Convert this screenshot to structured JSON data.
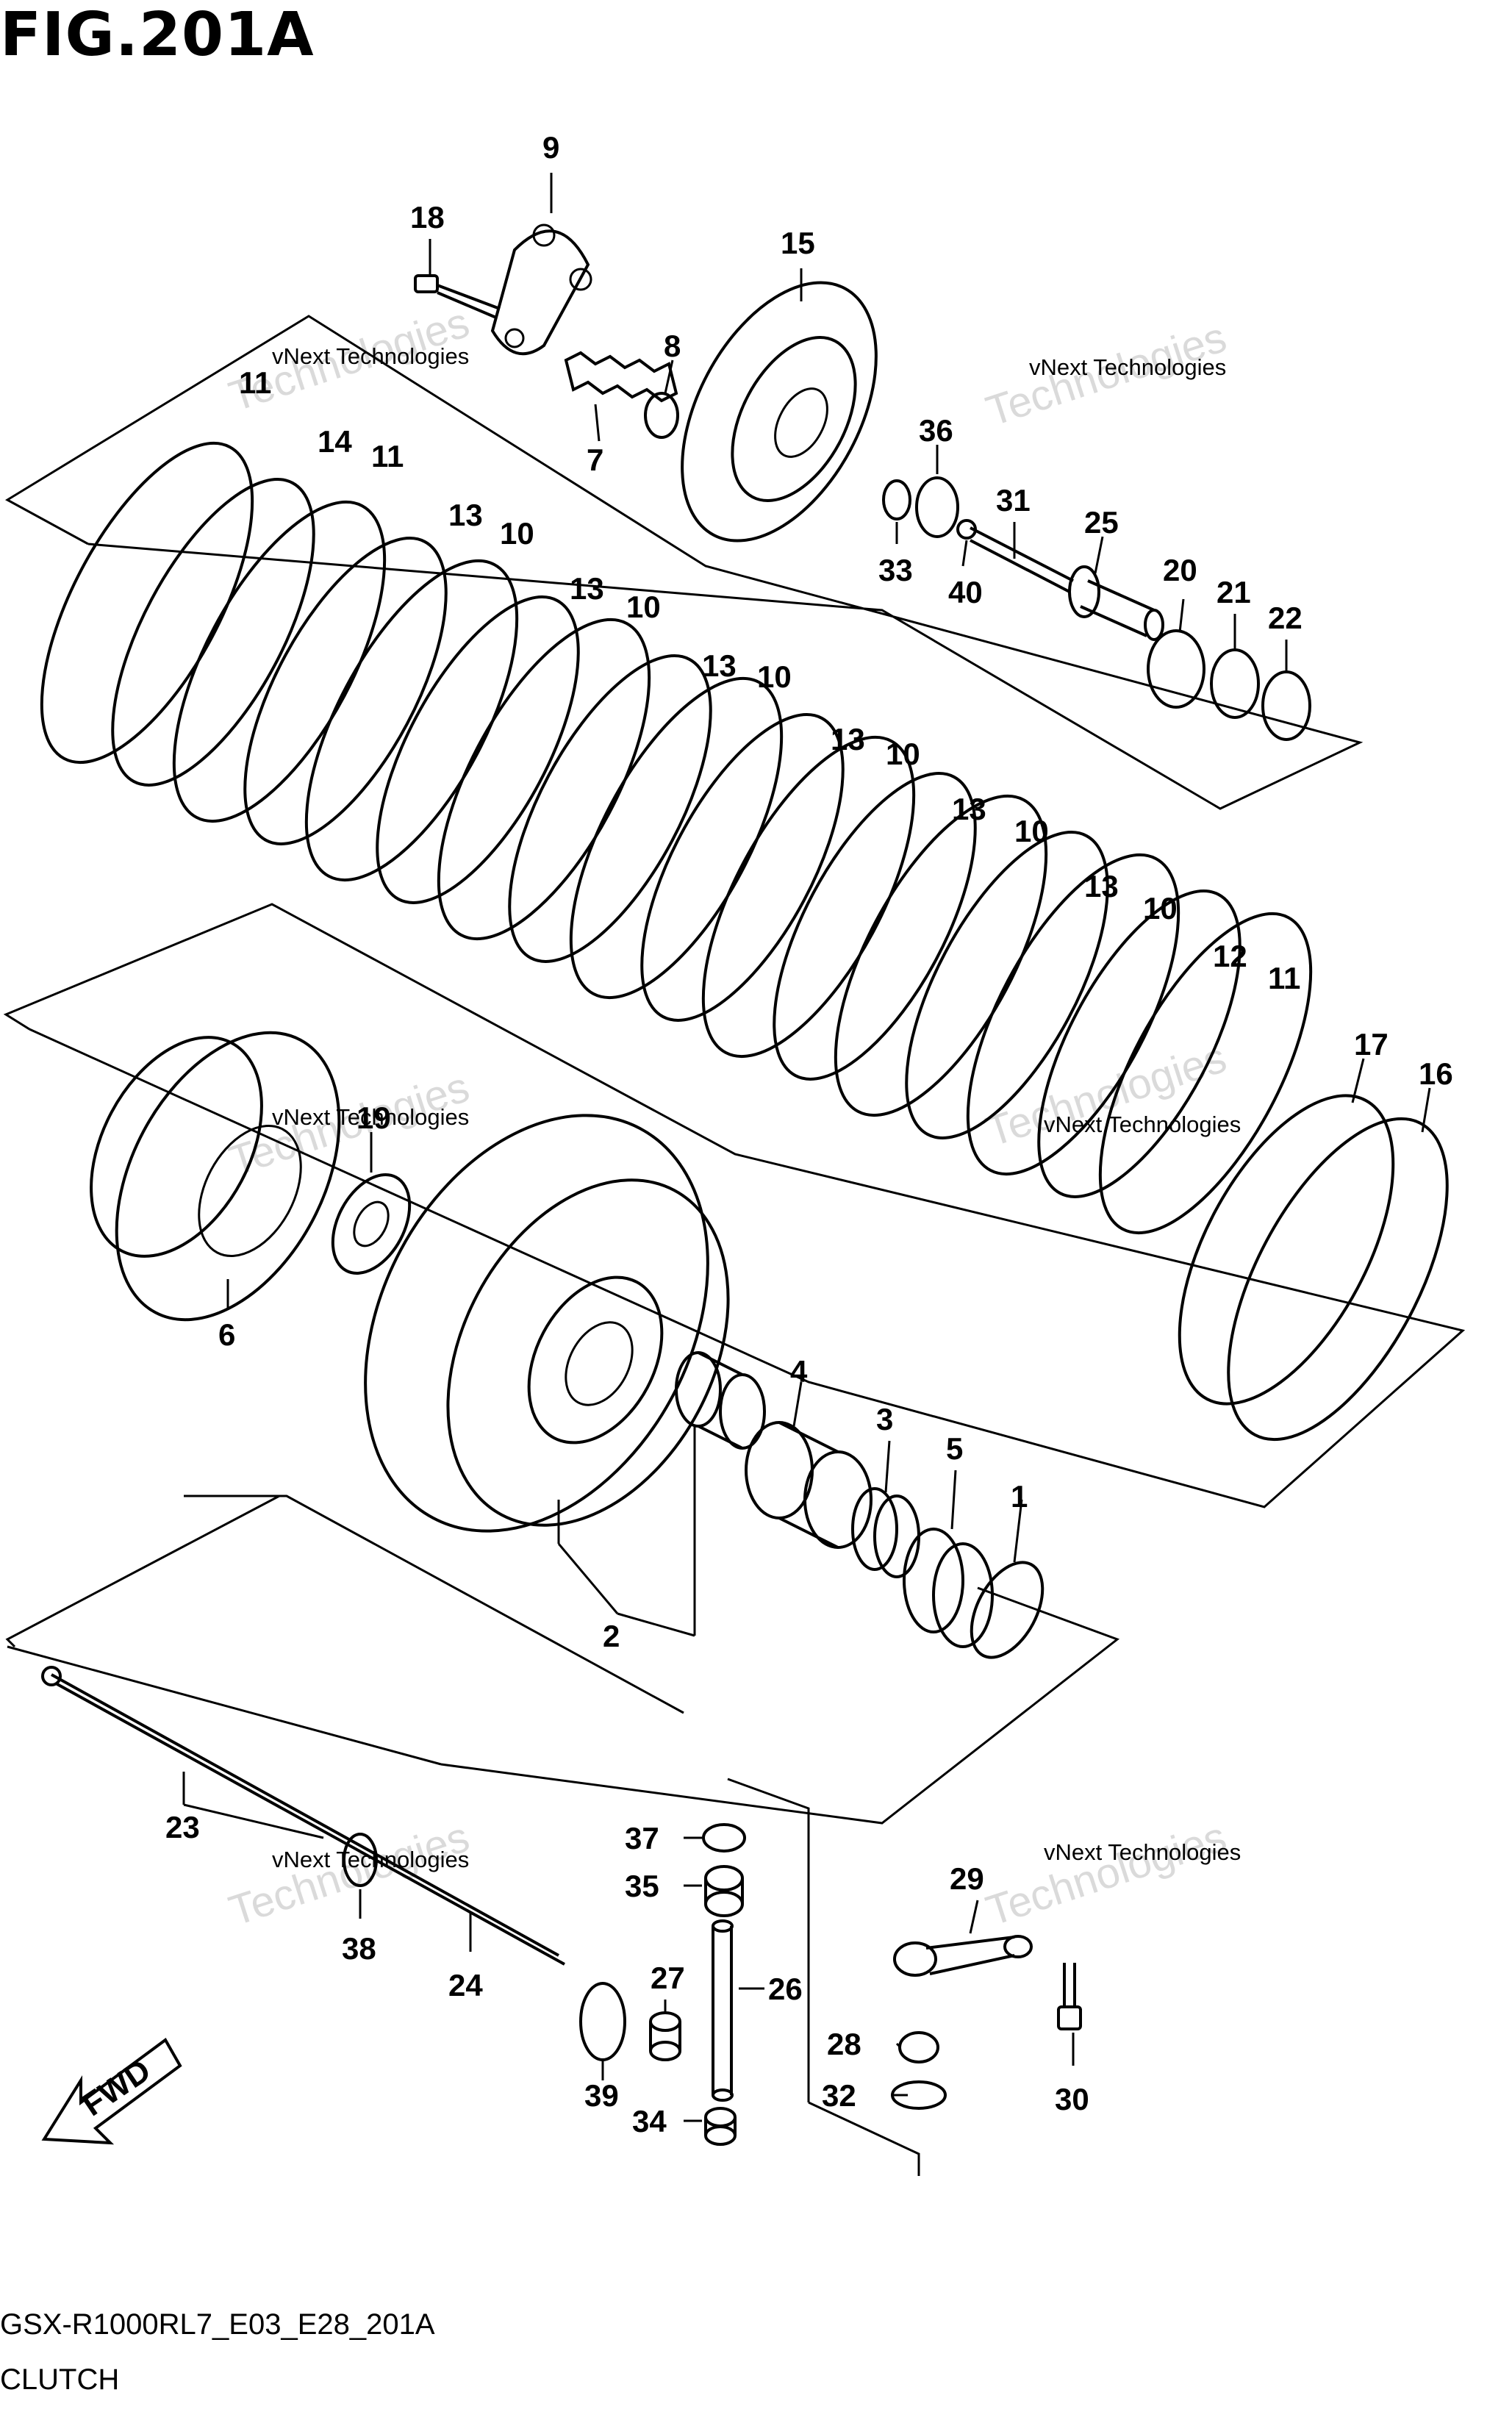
{
  "figure": {
    "title": "FIG.201A",
    "model_code": "GSX-R1000RL7_E03_E28_201A",
    "caption": "CLUTCH",
    "direction_label": "FWD"
  },
  "watermark": {
    "line1": "vNext Technologies",
    "line2": "Technologies"
  },
  "parts": [
    {
      "label": "1"
    },
    {
      "label": "2"
    },
    {
      "label": "3"
    },
    {
      "label": "4"
    },
    {
      "label": "5"
    },
    {
      "label": "6"
    },
    {
      "label": "7"
    },
    {
      "label": "8"
    },
    {
      "label": "9"
    },
    {
      "label": "10"
    },
    {
      "label": "11"
    },
    {
      "label": "12"
    },
    {
      "label": "13"
    },
    {
      "label": "14"
    },
    {
      "label": "15"
    },
    {
      "label": "16"
    },
    {
      "label": "17"
    },
    {
      "label": "18"
    },
    {
      "label": "19"
    },
    {
      "label": "20"
    },
    {
      "label": "21"
    },
    {
      "label": "22"
    },
    {
      "label": "23"
    },
    {
      "label": "24"
    },
    {
      "label": "25"
    },
    {
      "label": "26"
    },
    {
      "label": "27"
    },
    {
      "label": "28"
    },
    {
      "label": "29"
    },
    {
      "label": "30"
    },
    {
      "label": "31"
    },
    {
      "label": "32"
    },
    {
      "label": "33"
    },
    {
      "label": "34"
    },
    {
      "label": "35"
    },
    {
      "label": "36"
    },
    {
      "label": "37"
    },
    {
      "label": "38"
    },
    {
      "label": "39"
    },
    {
      "label": "40"
    }
  ]
}
